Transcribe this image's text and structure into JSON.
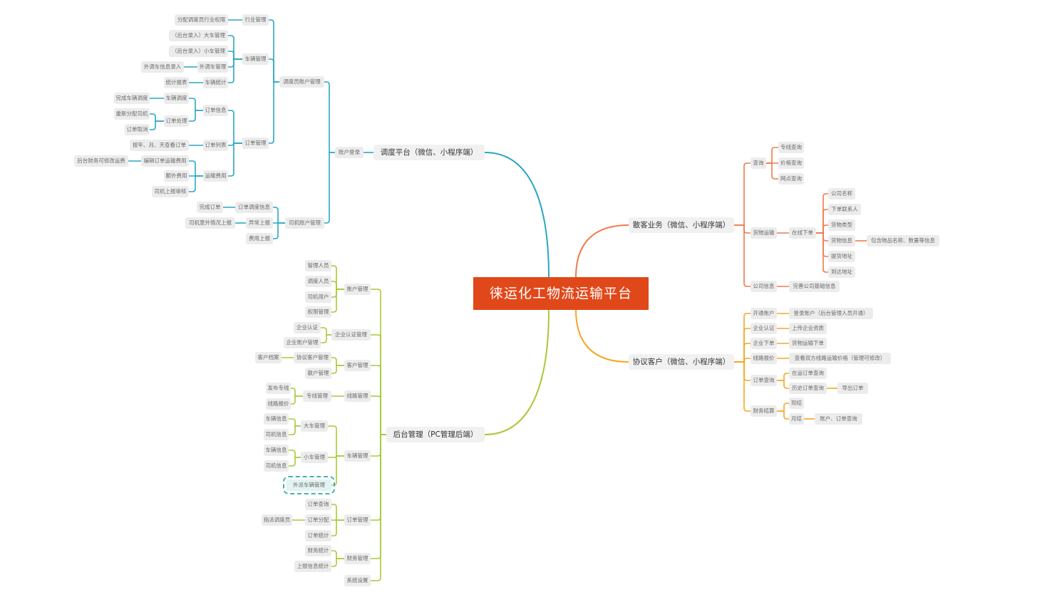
{
  "title": "徕运化工物流运输平台",
  "branches": [
    {
      "label": "调度平台（微信、小程序端）",
      "color": "#2aa6c4",
      "children": [
        {
          "label": "账户登录",
          "children": [
            {
              "label": "调度员账户管理",
              "children": [
                {
                  "label": "行业管理",
                  "children": [
                    {
                      "label": "分配调度员行业权限"
                    }
                  ]
                },
                {
                  "label": "车辆管理",
                  "children": [
                    {
                      "label": "（后台录入）大车管理"
                    },
                    {
                      "label": "（后台录入）小车管理"
                    },
                    {
                      "label": "外调车管理",
                      "children": [
                        {
                          "label": "外调车信息录入"
                        }
                      ]
                    },
                    {
                      "label": "车辆统计",
                      "children": [
                        {
                          "label": "统计报表"
                        }
                      ]
                    }
                  ]
                },
                {
                  "label": "订单管理",
                  "children": [
                    {
                      "label": "订单信息",
                      "children": [
                        {
                          "label": "车辆调度",
                          "children": [
                            {
                              "label": "完成车辆调度"
                            }
                          ]
                        },
                        {
                          "label": "订单处理",
                          "children": [
                            {
                              "label": "重新分配司机"
                            },
                            {
                              "label": "订单取消"
                            }
                          ]
                        }
                      ]
                    },
                    {
                      "label": "订单列表",
                      "children": [
                        {
                          "label": "按年、月、天查看订单"
                        }
                      ]
                    },
                    {
                      "label": "运输费用",
                      "children": [
                        {
                          "label": "编辑订单运输费用",
                          "children": [
                            {
                              "label": "后台财务可修改运费"
                            }
                          ]
                        },
                        {
                          "label": "额外费用"
                        },
                        {
                          "label": "司机上报审核"
                        }
                      ]
                    }
                  ]
                }
              ]
            },
            {
              "label": "司机账户管理",
              "children": [
                {
                  "label": "订单调度信息",
                  "children": [
                    {
                      "label": "完成订单"
                    }
                  ]
                },
                {
                  "label": "异常上报",
                  "children": [
                    {
                      "label": "司机意外情况上报"
                    }
                  ]
                },
                {
                  "label": "费用上报"
                }
              ]
            }
          ]
        }
      ]
    },
    {
      "label": "后台管理（PC管理后端）",
      "color": "#a8c93a",
      "children": [
        {
          "label": "账户管理",
          "children": [
            {
              "label": "管理人员"
            },
            {
              "label": "调度人员"
            },
            {
              "label": "司机用户"
            },
            {
              "label": "权限管理"
            }
          ]
        },
        {
          "label": "企业认证管理",
          "children": [
            {
              "label": "企业认证"
            },
            {
              "label": "企业账户管理"
            }
          ]
        },
        {
          "label": "客户管理",
          "children": [
            {
              "label": "协议客户管理",
              "children": [
                {
                  "label": "客户档案"
                }
              ]
            },
            {
              "label": "散户管理"
            }
          ]
        },
        {
          "label": "线路管理",
          "children": [
            {
              "label": "专线管理",
              "children": [
                {
                  "label": "发布专线"
                },
                {
                  "label": "线路报价"
                }
              ]
            }
          ]
        },
        {
          "label": "车辆管理",
          "children": [
            {
              "label": "大车管理",
              "children": [
                {
                  "label": "车辆信息"
                },
                {
                  "label": "司机信息"
                }
              ]
            },
            {
              "label": "小车管理",
              "children": [
                {
                  "label": "车辆信息"
                },
                {
                  "label": "司机信息"
                }
              ]
            },
            {
              "label": "外派车辆管理"
            }
          ]
        },
        {
          "label": "订单管理",
          "children": [
            {
              "label": "订单查询"
            },
            {
              "label": "订单分配",
              "children": [
                {
                  "label": "指派调度员"
                }
              ]
            },
            {
              "label": "订单统计"
            }
          ]
        },
        {
          "label": "财务管理",
          "children": [
            {
              "label": "财务统计"
            },
            {
              "label": "上报信息统计"
            }
          ]
        },
        {
          "label": "系统设置"
        }
      ]
    },
    {
      "label": "散客业务（微信、小程序端）",
      "color": "#f07a4a",
      "children": [
        {
          "label": "查询",
          "children": [
            {
              "label": "专线查询"
            },
            {
              "label": "价格查询"
            },
            {
              "label": "网点查询"
            }
          ]
        },
        {
          "label": "货物运输",
          "children": [
            {
              "label": "在线下单",
              "children": [
                {
                  "label": "公司名称"
                },
                {
                  "label": "下单联系人"
                },
                {
                  "label": "货物类型"
                },
                {
                  "label": "货物信息",
                  "children": [
                    {
                      "label": "包含物品名称、数量等信息"
                    }
                  ]
                },
                {
                  "label": "提货地址"
                },
                {
                  "label": "到达地址"
                }
              ]
            }
          ]
        },
        {
          "label": "公司信息",
          "children": [
            {
              "label": "完善公司基础信息"
            }
          ]
        }
      ]
    },
    {
      "label": "协议客户（微信、小程序端）",
      "color": "#f5a623",
      "children": [
        {
          "label": "开通账户",
          "children": [
            {
              "label": "登录账户（后台管理人员开通）"
            }
          ]
        },
        {
          "label": "企业认证",
          "children": [
            {
              "label": "上传企业资质"
            }
          ]
        },
        {
          "label": "企业下单",
          "children": [
            {
              "label": "货物运输下单"
            }
          ]
        },
        {
          "label": "线路报价",
          "children": [
            {
              "label": "查看双方线路运输价格（管理可修改）"
            }
          ]
        },
        {
          "label": "订单查询",
          "children": [
            {
              "label": "在运订单查询"
            },
            {
              "label": "历史订单查询",
              "children": [
                {
                  "label": "导出订单"
                }
              ]
            }
          ]
        },
        {
          "label": "财务结算",
          "children": [
            {
              "label": "现结"
            },
            {
              "label": "月结",
              "children": [
                {
                  "label": "账户、订单查询"
                }
              ]
            }
          ]
        }
      ]
    }
  ]
}
